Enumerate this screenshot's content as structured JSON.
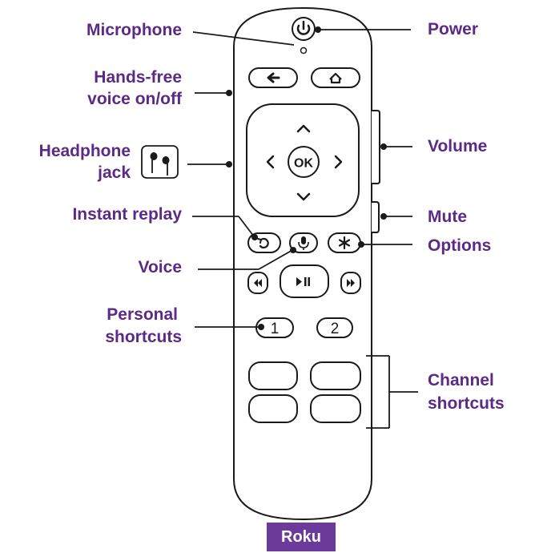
{
  "labels": {
    "microphone": "Microphone",
    "power": "Power",
    "hands_free_1": "Hands-free",
    "hands_free_2": "voice on/off",
    "headphone_1": "Headphone",
    "headphone_2": "jack",
    "volume": "Volume",
    "instant_replay": "Instant replay",
    "mute": "Mute",
    "options": "Options",
    "voice": "Voice",
    "personal_1": "Personal",
    "personal_2": "shortcuts",
    "channel_1": "Channel",
    "channel_2": "shortcuts"
  },
  "remote": {
    "ok": "OK",
    "shortcut_1": "1",
    "shortcut_2": "2",
    "brand": "Roku"
  },
  "colors": {
    "label": "#5b2a86",
    "brand": "#6c3a9b",
    "stroke": "#1a1a1a"
  }
}
